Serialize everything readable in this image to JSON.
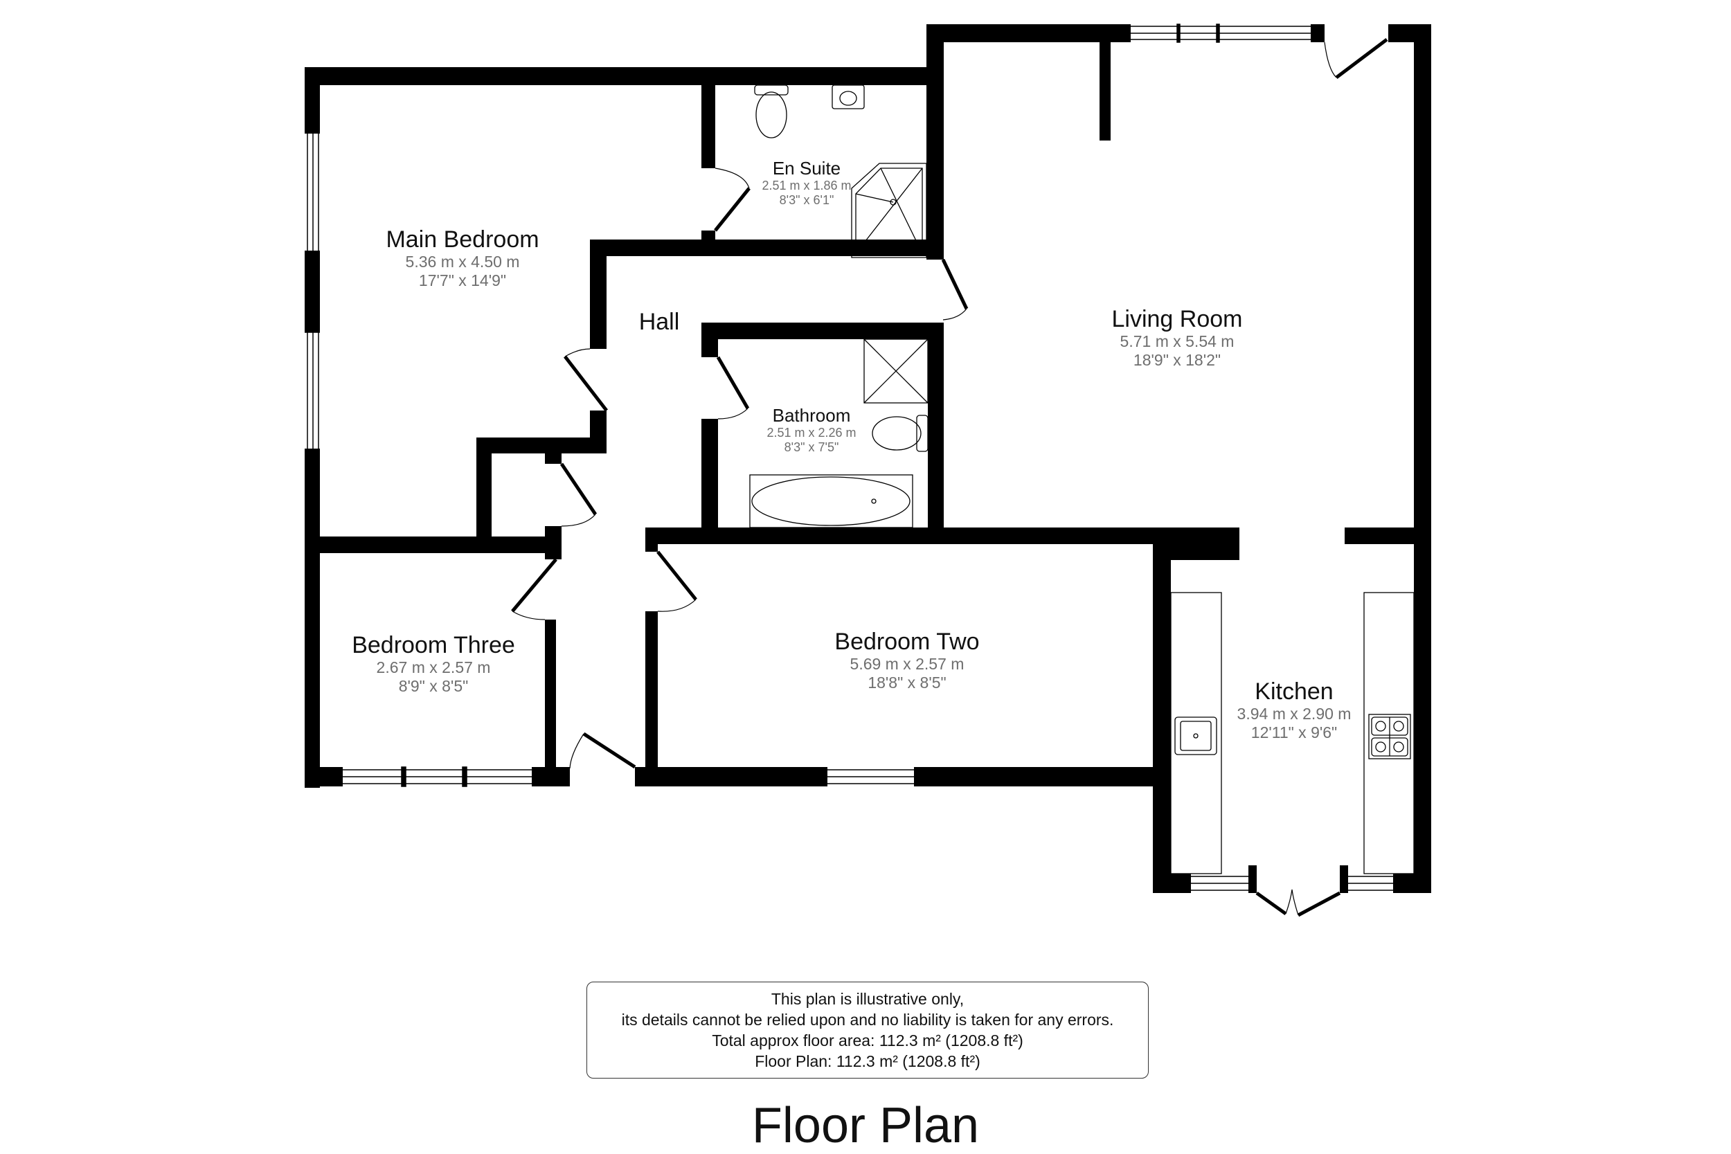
{
  "title": "Floor Plan",
  "rooms": {
    "main_bedroom": {
      "name": "Main Bedroom",
      "metric": "5.36 m x 4.50 m",
      "imperial": "17'7\" x 14'9\""
    },
    "en_suite": {
      "name": "En Suite",
      "metric": "2.51 m x 1.86 m",
      "imperial": "8'3\" x 6'1\""
    },
    "hall": {
      "name": "Hall"
    },
    "bathroom": {
      "name": "Bathroom",
      "metric": "2.51 m x 2.26 m",
      "imperial": "8'3\" x 7'5\""
    },
    "living_room": {
      "name": "Living Room",
      "metric": "5.71 m x 5.54 m",
      "imperial": "18'9\" x 18'2\""
    },
    "bedroom_three": {
      "name": "Bedroom Three",
      "metric": "2.67 m x 2.57 m",
      "imperial": "8'9\" x 8'5\""
    },
    "bedroom_two": {
      "name": "Bedroom Two",
      "metric": "5.69 m x 2.57 m",
      "imperial": "18'8\" x 8'5\""
    },
    "kitchen": {
      "name": "Kitchen",
      "metric": "3.94 m x 2.90 m",
      "imperial": "12'11\" x 9'6\""
    }
  },
  "disclaimer": {
    "line1": "This plan is illustrative only,",
    "line2": "its details cannot be relied upon and no liability is taken for any errors.",
    "line3": "Total approx floor area: 112.3 m² (1208.8 ft²)",
    "line4": "Floor Plan: 112.3 m² (1208.8 ft²)"
  },
  "colors": {
    "wall": "#000000",
    "dimension_text": "#6e6e6e",
    "label_text": "#111111"
  }
}
